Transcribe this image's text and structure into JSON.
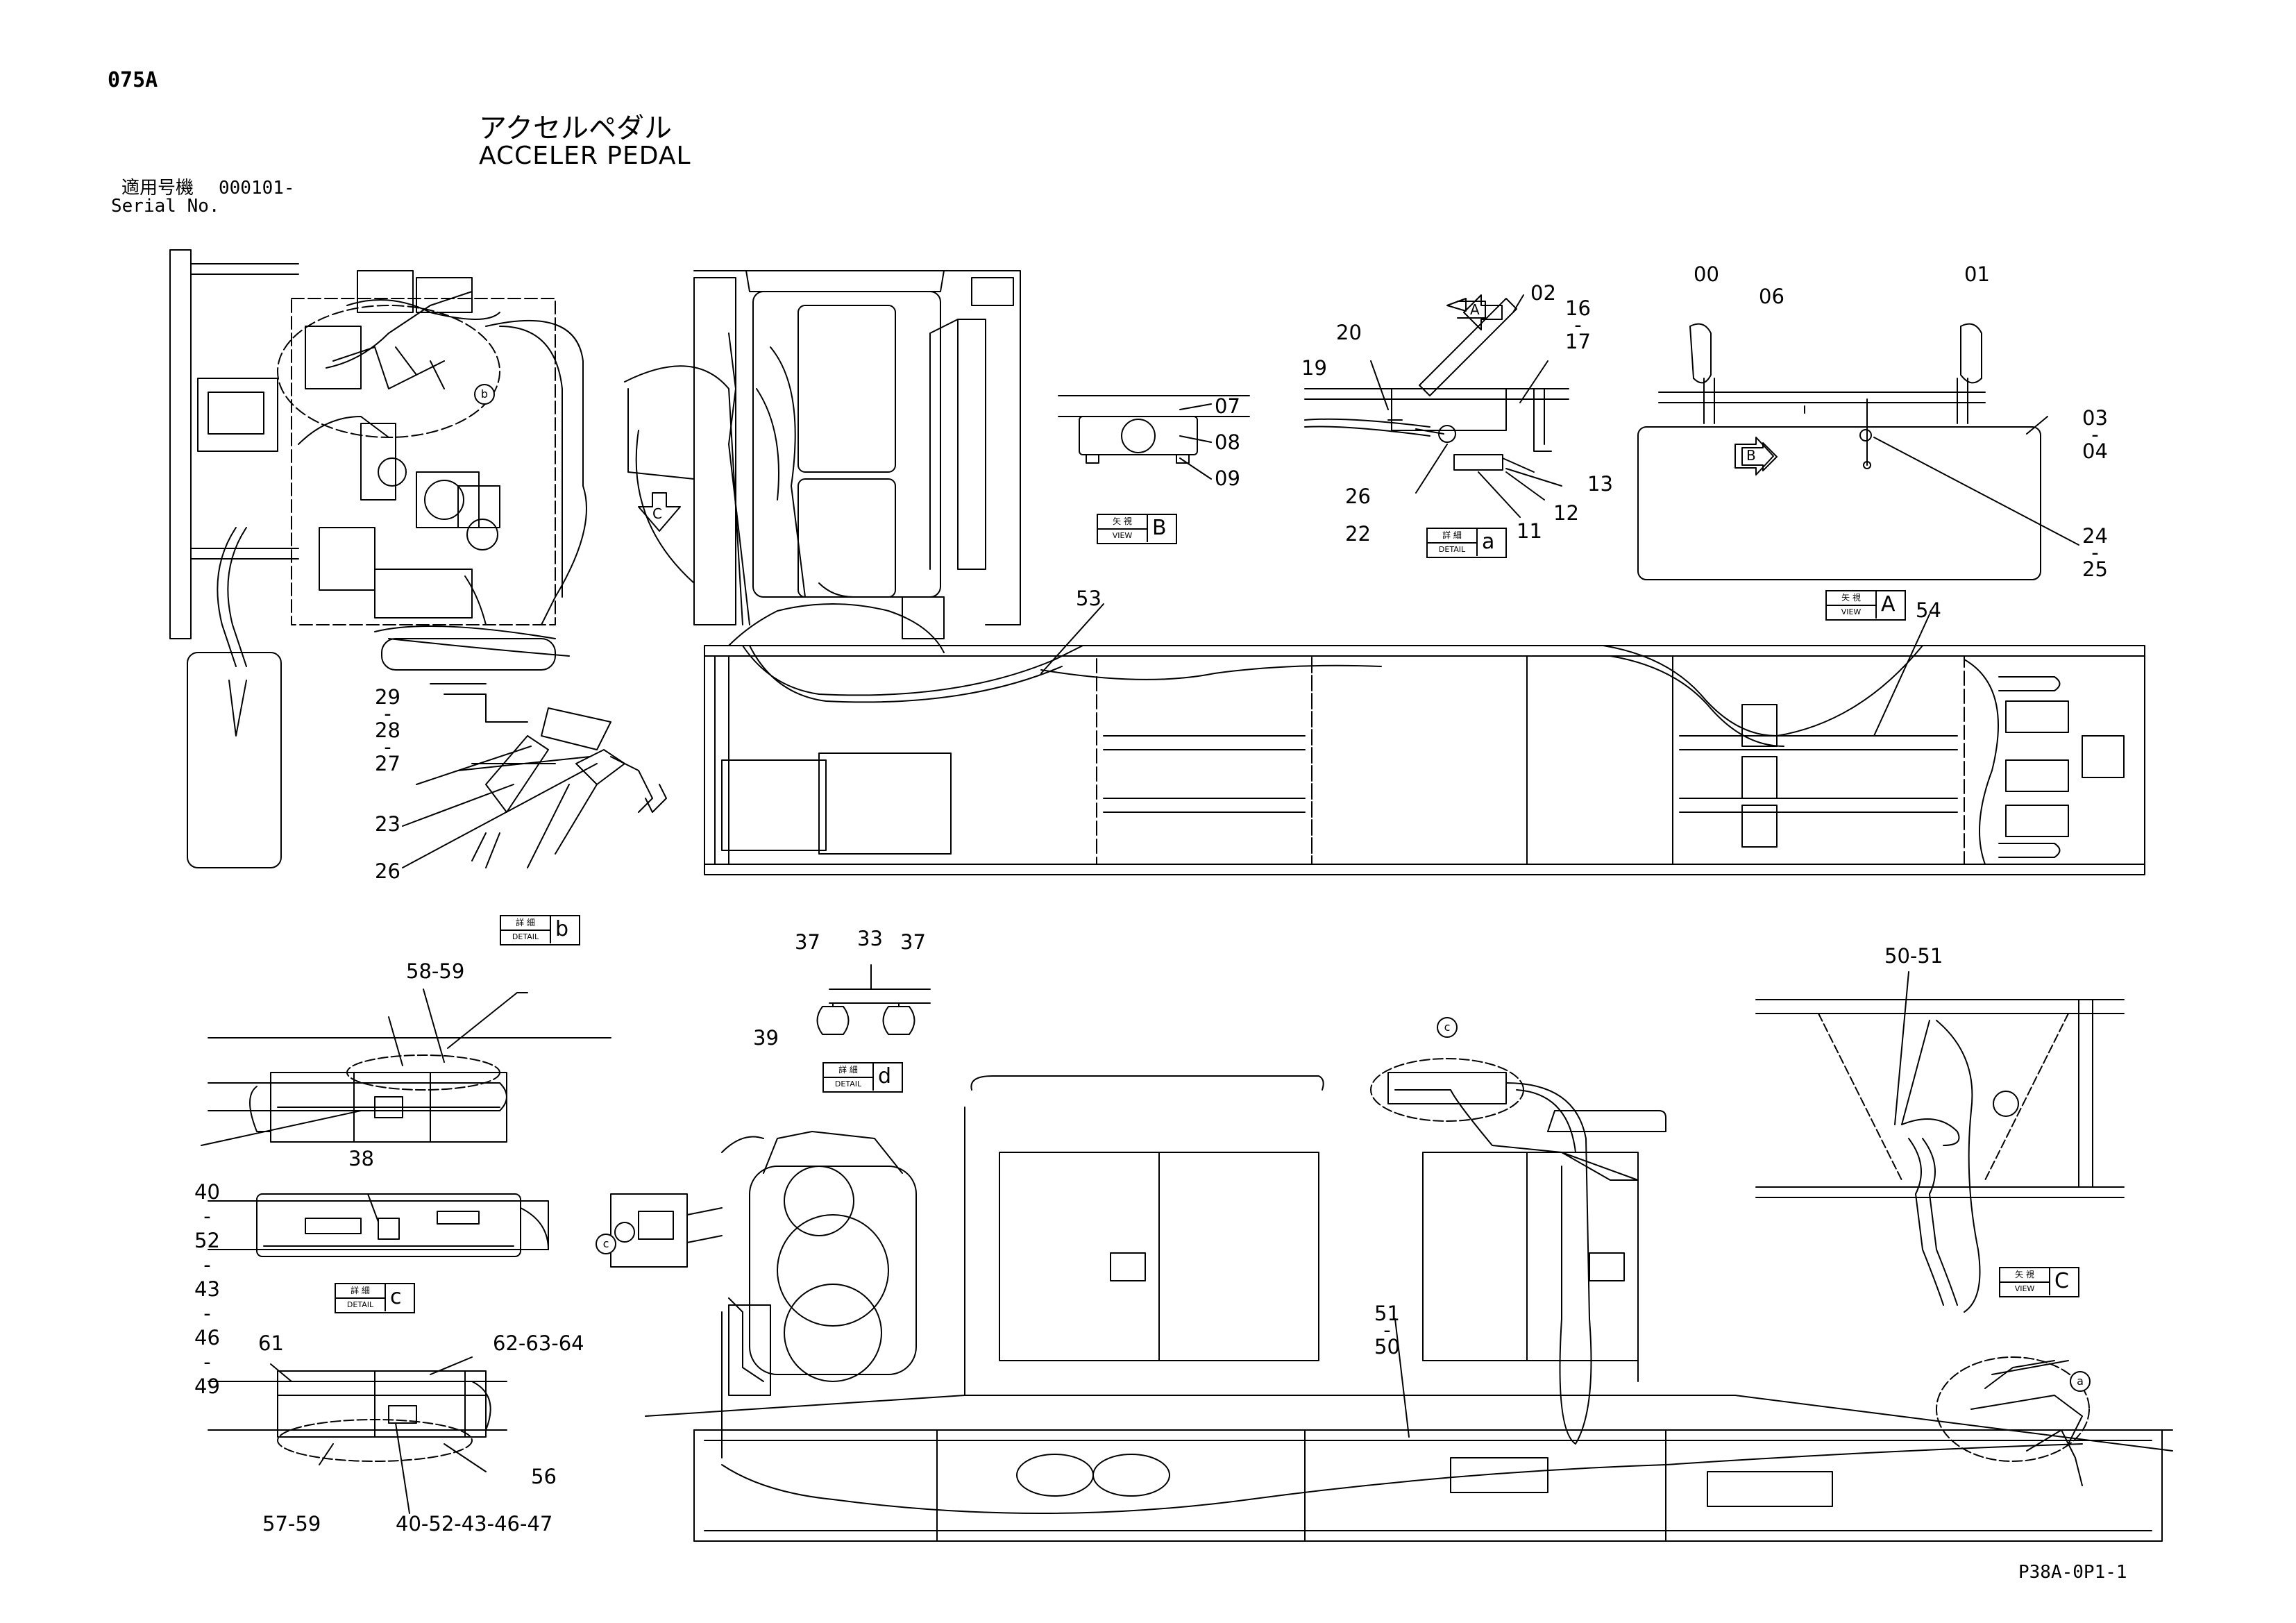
{
  "header": {
    "page_code": "075A",
    "title_jp": "アクセルペダル",
    "title_en": "ACCELER PEDAL",
    "serial_label_jp": "適用号機",
    "serial_range": "000101-",
    "serial_label_en": "Serial No."
  },
  "footer": {
    "sheet_code": "P38A-0P1-1"
  },
  "callouts": {
    "c00": "00",
    "c01": "01",
    "c06": "06",
    "c0304": "03\n-\n04",
    "c2425": "24\n-\n25",
    "c02": "02",
    "c1617": "16\n-\n17",
    "c20": "20",
    "c19": "19",
    "c13": "13",
    "c26a": "26",
    "c12": "12",
    "c22": "22",
    "c11": "11",
    "c07": "07",
    "c08": "08",
    "c09": "09",
    "c53": "53",
    "c54": "54",
    "c292827": "29\n-\n28\n-\n27",
    "c23": "23",
    "c26b": "26",
    "c5859a": "58-59",
    "c37a": "37",
    "c33": "33",
    "c37b": "37",
    "c39": "39",
    "c38": "38",
    "c40list": "40\n-\n52\n-\n43\n-\n46\n-\n49",
    "c61": "61",
    "c626364": "62-63-64",
    "c56": "56",
    "c5759": "57-59",
    "c4052434647": "40-52-43-46-47",
    "c5051": "50-51",
    "c5150": "51\n-\n50"
  },
  "view_tags": {
    "a_view": {
      "jp": "矢 視",
      "en": "VIEW",
      "letter": "A"
    },
    "b_view": {
      "jp": "矢 視",
      "en": "VIEW",
      "letter": "B"
    },
    "c_view": {
      "jp": "矢 視",
      "en": "VIEW",
      "letter": "C"
    },
    "a_detail": {
      "jp": "詳 細",
      "en": "DETAIL",
      "letter": "a"
    },
    "b_detail": {
      "jp": "詳 細",
      "en": "DETAIL",
      "letter": "b"
    },
    "c_detail": {
      "jp": "詳 細",
      "en": "DETAIL",
      "letter": "c"
    },
    "d_detail": {
      "jp": "詳 細",
      "en": "DETAIL",
      "letter": "d"
    }
  },
  "arrows": {
    "a": "A",
    "b": "B",
    "c": "C"
  },
  "circle_marks": {
    "a": "a",
    "b": "b",
    "c": "c",
    "c2": "c"
  }
}
